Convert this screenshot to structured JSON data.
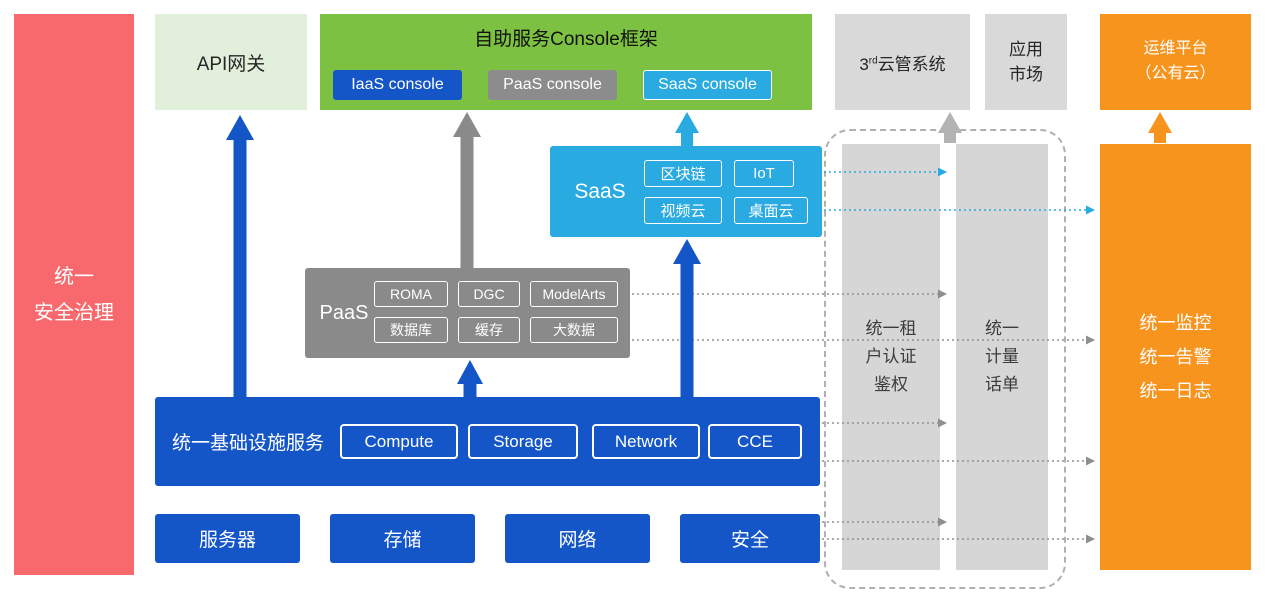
{
  "colors": {
    "security_red": "#F7696C",
    "api_gateway_green": "#E2EFDA",
    "console_green": "#7DC142",
    "primary_blue": "#1455C8",
    "paas_gray": "#8A8A8A",
    "panel_gray": "#D9D9D9",
    "bar_gray": "#D6D6D6",
    "saas_cyan": "#29AAE1",
    "om_orange": "#F7941E"
  },
  "security_bar": {
    "label": "统一\n安全治理"
  },
  "top_row": {
    "api_gateway": {
      "label": "API网关"
    },
    "console_frame": {
      "title": "自助服务Console框架",
      "consoles": [
        {
          "label": "IaaS console"
        },
        {
          "label": "PaaS console"
        },
        {
          "label": "SaaS console"
        }
      ]
    },
    "third_party": {
      "prefix": "3",
      "sup": "rd",
      "suffix": "云管系统"
    },
    "app_market": {
      "label": "应用\n市场"
    },
    "om_platform": {
      "label": "运维平台\n（公有云）"
    }
  },
  "saas": {
    "label": "SaaS",
    "items": [
      "区块链",
      "IoT",
      "视频云",
      "桌面云"
    ]
  },
  "paas": {
    "label": "PaaS",
    "items": [
      "ROMA",
      "DGC",
      "ModelArts",
      "数据库",
      "缓存",
      "大数据"
    ]
  },
  "iaas": {
    "label": "统一基础设施服务",
    "items": [
      "Compute",
      "Storage",
      "Network",
      "CCE"
    ]
  },
  "hardware": {
    "items": [
      "服务器",
      "存储",
      "网络",
      "安全"
    ]
  },
  "right_panel": {
    "auth": {
      "label": "统一租\n户认证\n鉴权"
    },
    "billing": {
      "label": "统一\n计量\n话单"
    },
    "monitoring": {
      "label": "统一监控\n统一告警\n统一日志"
    }
  }
}
